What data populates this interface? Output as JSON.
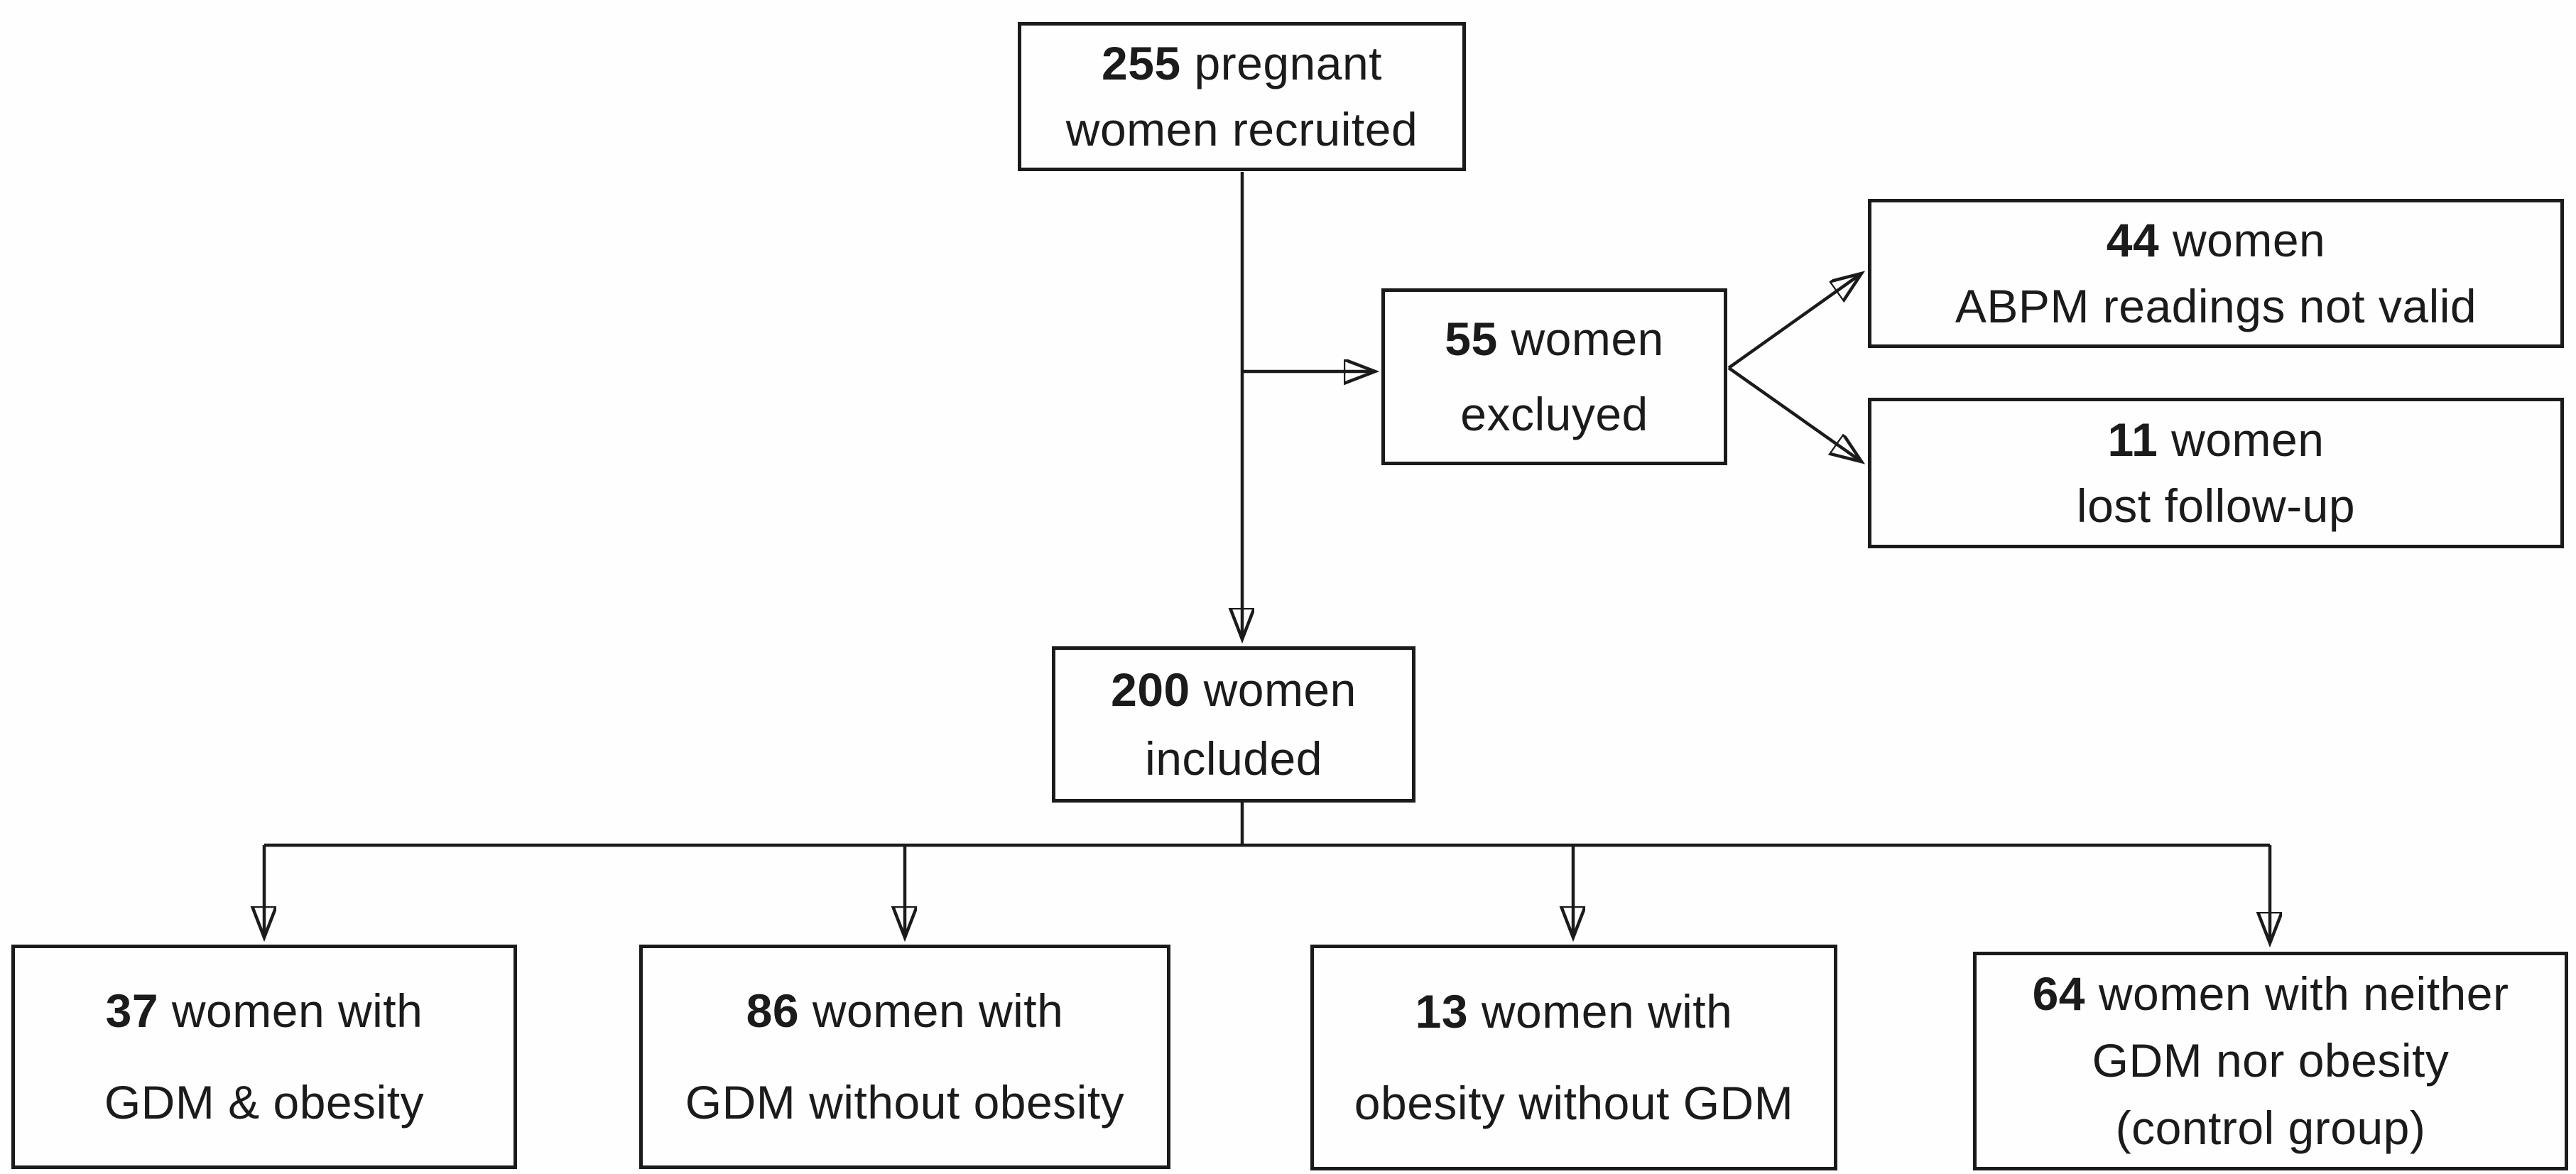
{
  "figure": {
    "kind": "study-flowchart",
    "colors": {
      "ink": "#1b1b1b",
      "background": "#fefefe"
    }
  },
  "boxes": {
    "recruited": {
      "line1_num": "255",
      "line1_text": " pregnant",
      "line2": "women recruited"
    },
    "excluded": {
      "line1_num": "55",
      "line1_text": " women",
      "line2": "excluyed"
    },
    "abpm_not_valid": {
      "line1_num": "44",
      "line1_text": " women",
      "line2": "ABPM readings not valid"
    },
    "lost_followup": {
      "line1_num": "11",
      "line1_text": " women",
      "line2": "lost follow-up"
    },
    "included": {
      "line1_num": "200",
      "line1_text": " women",
      "line2": "included"
    },
    "gdm_and_obesity": {
      "line1_num": "37",
      "line1_text": " women with",
      "line2": "GDM & obesity"
    },
    "gdm_without_obesity": {
      "line1_num": "86",
      "line1_text": " women with",
      "line2": "GDM without obesity"
    },
    "obesity_without_gdm": {
      "line1_num": "13",
      "line1_text": " women with",
      "line2": "obesity without GDM"
    },
    "control_group": {
      "line1_num": "64",
      "line1_text": " women with  neither",
      "line2": "GDM nor obesity",
      "line3": "(control group)"
    }
  }
}
